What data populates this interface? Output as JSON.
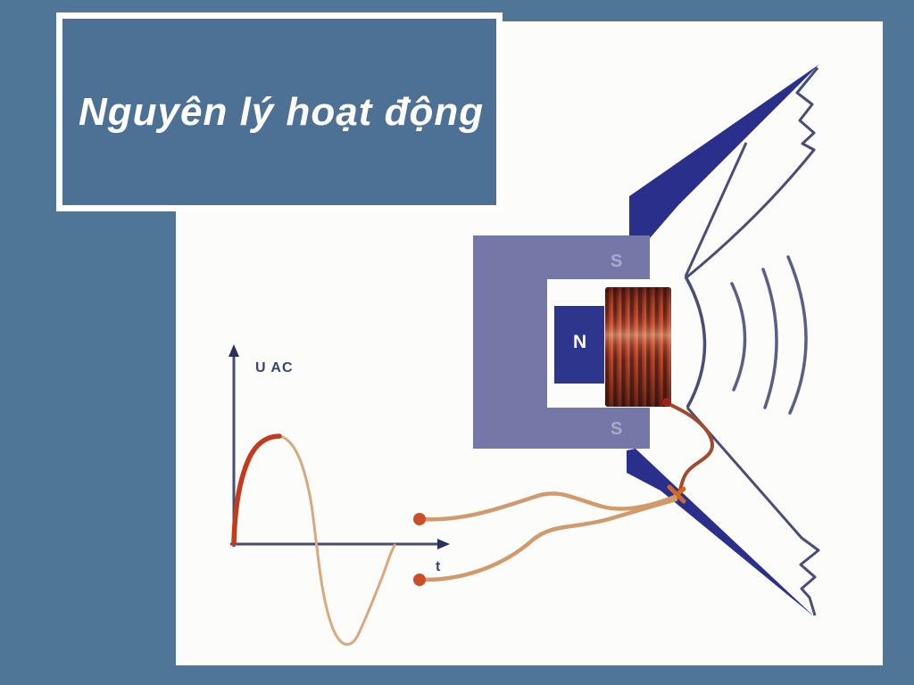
{
  "slide": {
    "title": "Nguyên lý hoạt động"
  },
  "colors": {
    "background": "#4f7697",
    "panel": "#fcfcfb",
    "title_box_fill": "#4c7194",
    "title_text": "#ffffff",
    "magnet_body": "#7577a6",
    "magnet_pole": "#2e358c",
    "cone": "#2b2f8c",
    "outline": "#4a4d78",
    "sound_wave": "#5b5e85",
    "coil_dark": "#5c2019",
    "coil_bright": "#c85432",
    "wire": "#d29a6a",
    "wire_dark": "#a24a2c",
    "terminal": "#cc4e28",
    "junction": "#d4681f",
    "axis": "#474c72",
    "wave": "#d9a87c",
    "wave_highlight": "#c33a1c"
  },
  "diagram": {
    "magnet": {
      "pole_label": "N",
      "top_pole_label": "S",
      "bottom_pole_label": "S"
    },
    "graph": {
      "y_axis_label": "U AC",
      "x_axis_label": "t"
    }
  }
}
